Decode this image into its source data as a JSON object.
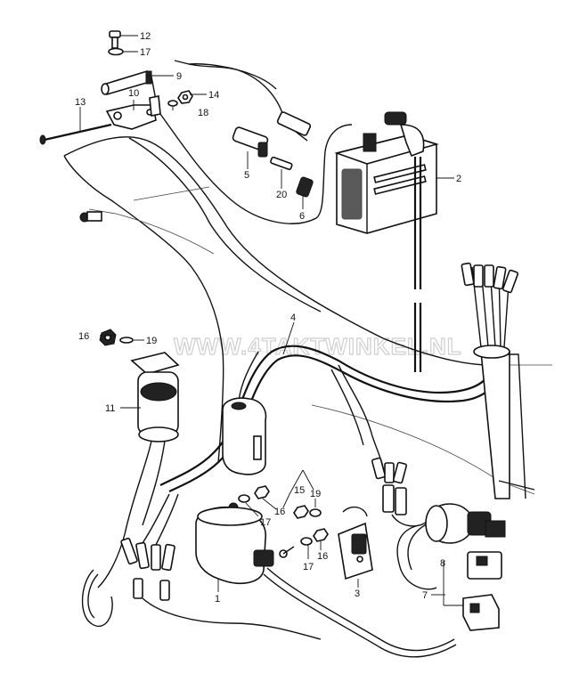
{
  "watermark": "WWW.4TAKTWINKEL.NL",
  "callouts": {
    "c1": "1",
    "c2": "2",
    "c3": "3",
    "c4": "4",
    "c5": "5",
    "c6": "6",
    "c7": "7",
    "c8": "8",
    "c9": "9",
    "c10": "10",
    "c11": "11",
    "c12": "12",
    "c13": "13",
    "c14": "14",
    "c15": "15",
    "c16a": "16",
    "c16b": "16",
    "c16c": "16",
    "c17a": "17",
    "c17b": "17",
    "c17c": "17",
    "c18": "18",
    "c19a": "19",
    "c19b": "19",
    "c20": "20"
  }
}
